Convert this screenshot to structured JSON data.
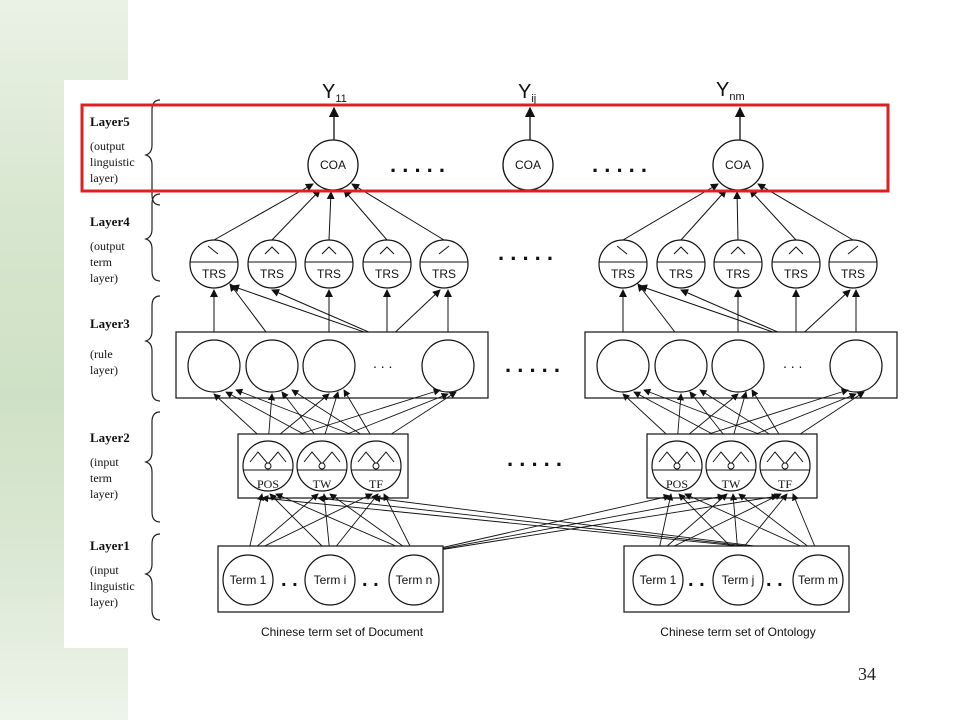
{
  "slide": {
    "page_number": "34",
    "accent_color": "#e02020"
  },
  "outputs": {
    "y11": "11",
    "yij": "ij",
    "ynm": "nm",
    "y_symbol": "Y"
  },
  "layers": [
    {
      "name": "Layer5",
      "desc": [
        "(output",
        "linguistic",
        "layer)"
      ]
    },
    {
      "name": "Layer4",
      "desc": [
        "(output",
        "term",
        "layer)"
      ]
    },
    {
      "name": "Layer3",
      "desc": [
        "(rule",
        "layer)"
      ]
    },
    {
      "name": "Layer2",
      "desc": [
        "(input",
        "term",
        "layer)"
      ]
    },
    {
      "name": "Layer1",
      "desc": [
        "(input",
        "linguistic",
        "layer)"
      ]
    }
  ],
  "nodes": {
    "coa": "COA",
    "trs": "TRS",
    "pos": "POS",
    "tw": "TW",
    "tf": "TF",
    "ellipsis": ". . . . .",
    "small_ellipsis": ". . ."
  },
  "terms_left": [
    "Term 1",
    "Term i",
    "Term n"
  ],
  "terms_right": [
    "Term 1",
    "Term j",
    "Term m"
  ],
  "captions": {
    "left": "Chinese term set of Document",
    "right": "Chinese term set of Ontology"
  },
  "icons": [
    "background-gradient",
    "arrow-icon",
    "membership-curve-icon"
  ]
}
